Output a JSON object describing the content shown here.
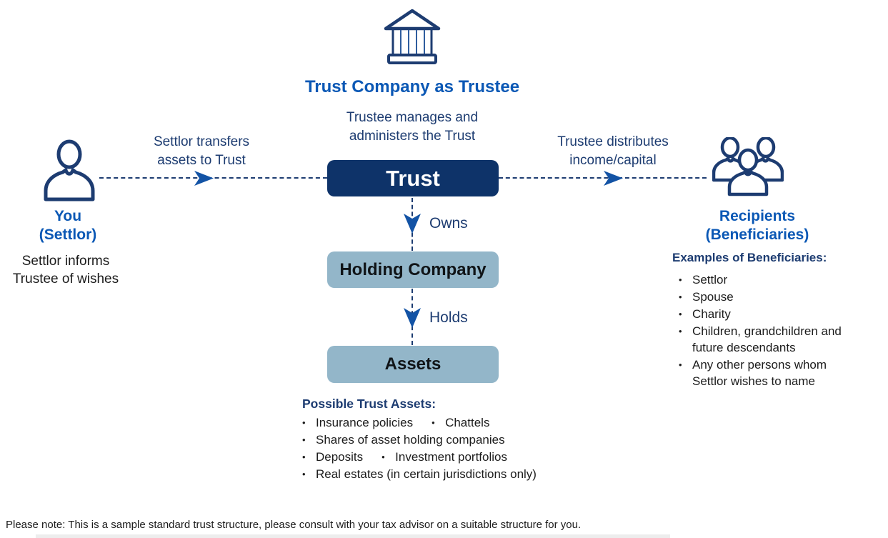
{
  "bullet": "•",
  "colors": {
    "navy": "#1d3c71",
    "bright_blue": "#0b58b5",
    "trust_box": "#0e3369",
    "light_box": "#93b6c9",
    "arrow": "#1353a5",
    "text": "#1c1c1c"
  },
  "trustee": {
    "title": "Trust Company as Trustee",
    "subtitle": "Trustee manages and\nadministers the Trust"
  },
  "settlor": {
    "title": "You",
    "subtitle": "(Settlor)",
    "note": "Settlor informs\nTrustee of wishes"
  },
  "recipients": {
    "title": "Recipients",
    "subtitle": "(Beneficiaries)",
    "examples_heading": "Examples of Beneficiaries:",
    "examples": [
      "Settlor",
      "Spouse",
      "Charity",
      "Children, grandchildren and\nfuture descendants",
      "Any other persons whom\nSettlor wishes to name"
    ]
  },
  "flows": {
    "left": "Settlor transfers\nassets to Trust",
    "right": "Trustee distributes\nincome/capital",
    "owns": "Owns",
    "holds": "Holds"
  },
  "boxes": {
    "trust": "Trust",
    "holding": "Holding Company",
    "assets": "Assets"
  },
  "assets_section": {
    "heading": "Possible Trust Assets:",
    "rows": [
      [
        "Insurance policies",
        "Chattels"
      ],
      [
        "Shares of asset holding companies"
      ],
      [
        "Deposits",
        "Investment portfolios"
      ],
      [
        "Real estates (in certain jurisdictions only)"
      ]
    ]
  },
  "footer": {
    "note": "Please note: This is a sample standard trust structure, please consult with your tax advisor on a suitable structure for you."
  }
}
